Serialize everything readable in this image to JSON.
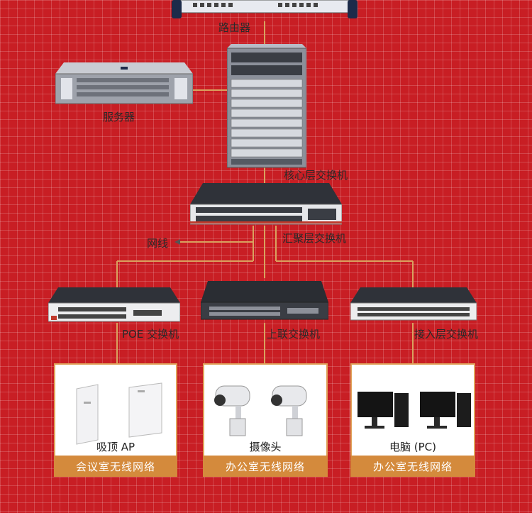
{
  "colors": {
    "background": "#c81e24",
    "card": "#ffffff",
    "wire": "#d9a25f",
    "footer": "#d48a3c",
    "device_dark": "#3a3d44"
  },
  "labels": {
    "router": "路由器",
    "server": "服务器",
    "core_switch": "核心层交换机",
    "aggregation_switch": "汇聚层交换机",
    "network_cable": "网线",
    "poe_switch": "POE 交换机",
    "uplink_switch": "上联交换机",
    "access_switch": "接入层交换机"
  },
  "groups": [
    {
      "device": "吸顶 AP",
      "footer": "会议室无线网络",
      "icon": "access-point-icon"
    },
    {
      "device": "摄像头",
      "footer": "办公室无线网络",
      "icon": "camera-icon"
    },
    {
      "device": "电脑 (PC)",
      "footer": "办公室无线网络",
      "icon": "pc-icon"
    }
  ]
}
